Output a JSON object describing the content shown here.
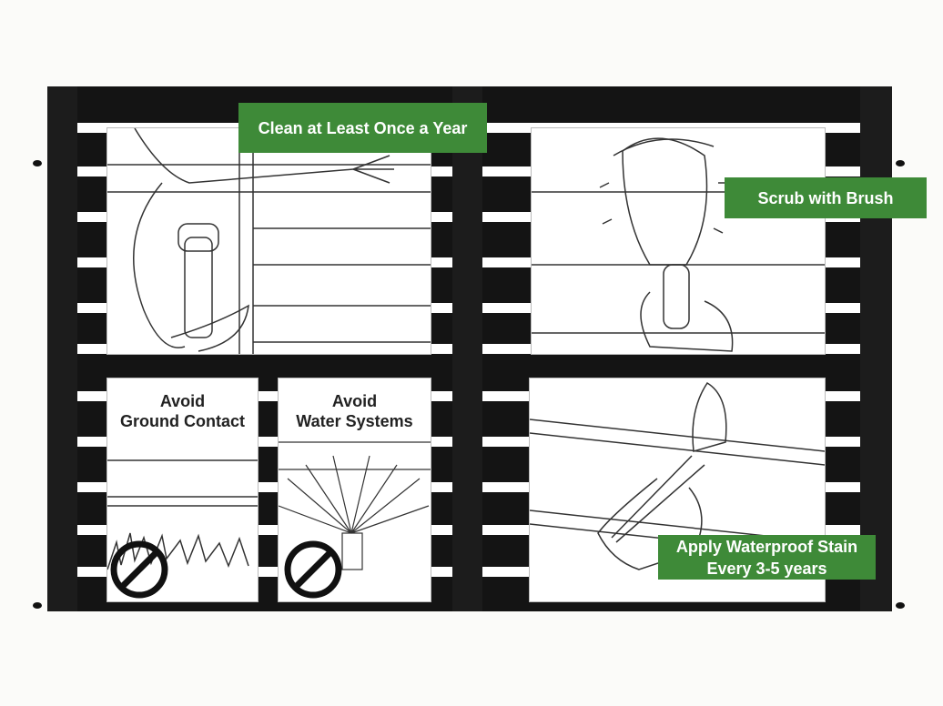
{
  "labels": {
    "clean": "Clean at Least Once a Year",
    "scrub": "Scrub with Brush",
    "stain_line1": "Apply Waterproof Stain",
    "stain_line2": "Every 3-5 years"
  },
  "warnings": {
    "ground_line1": "Avoid",
    "ground_line2": "Ground Contact",
    "water_line1": "Avoid",
    "water_line2": "Water Systems"
  },
  "colors": {
    "label_bg": "#3e8a38",
    "fence": "#141414"
  }
}
